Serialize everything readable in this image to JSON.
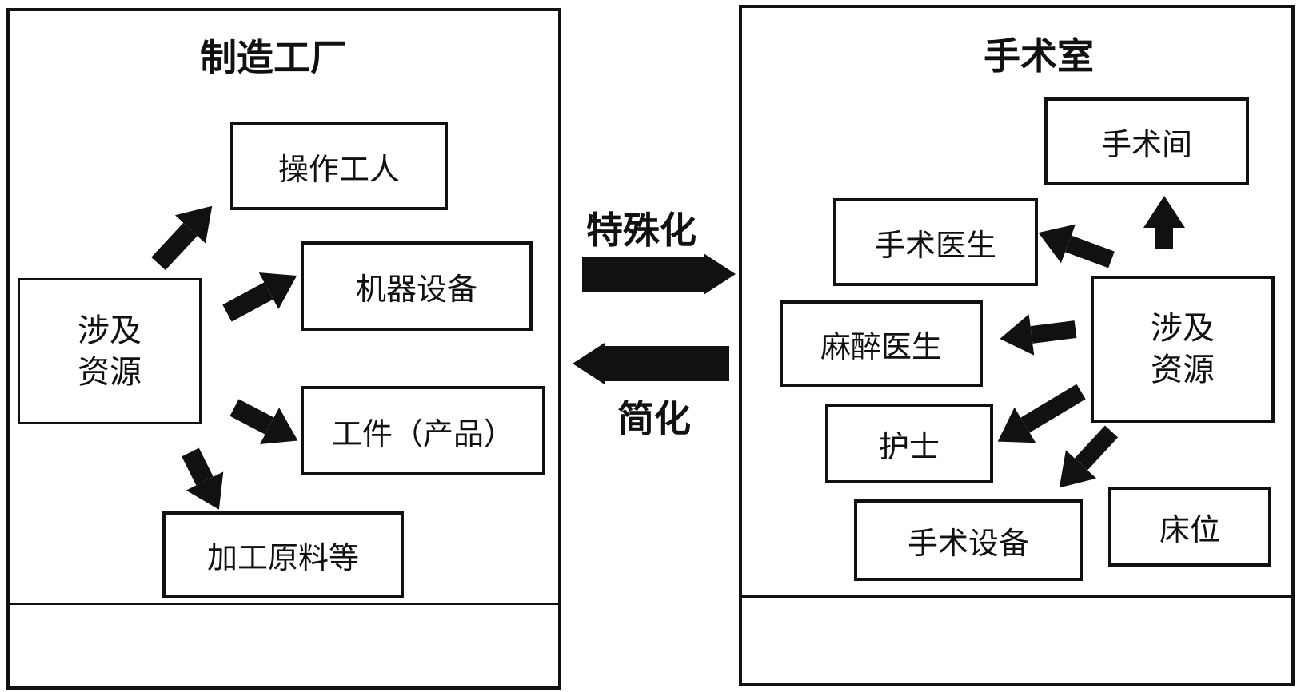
{
  "left_panel": {
    "title": "制造工厂",
    "source": [
      "涉及",
      "资源"
    ],
    "items": [
      "操作工人",
      "机器设备",
      "工件（产品）",
      "加工原料等"
    ]
  },
  "right_panel": {
    "title": "手术室",
    "source": [
      "涉及",
      "资源"
    ],
    "items": [
      "手术间",
      "手术医生",
      "麻醉医生",
      "护士",
      "手术设备",
      "床位"
    ]
  },
  "transform": {
    "forward_label": "特殊化",
    "backward_label": "简化"
  }
}
